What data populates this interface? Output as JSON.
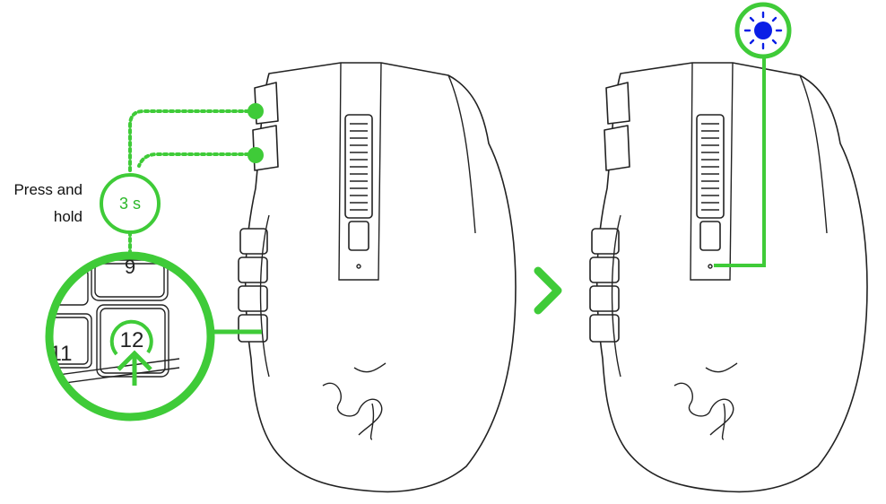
{
  "instruction": {
    "line1": "Press and",
    "line2": "hold"
  },
  "timer": {
    "label": "3 s"
  },
  "zoom_inset": {
    "key_top": "9",
    "key_left": "11",
    "key_pressed": "12"
  },
  "colors": {
    "accent": "#3fcb38",
    "led": "#0a1ee6",
    "outline": "#222222"
  },
  "icons": {
    "step_arrow": "chevron-right-icon",
    "led": "sun-led-icon",
    "press": "arrow-up-icon"
  }
}
